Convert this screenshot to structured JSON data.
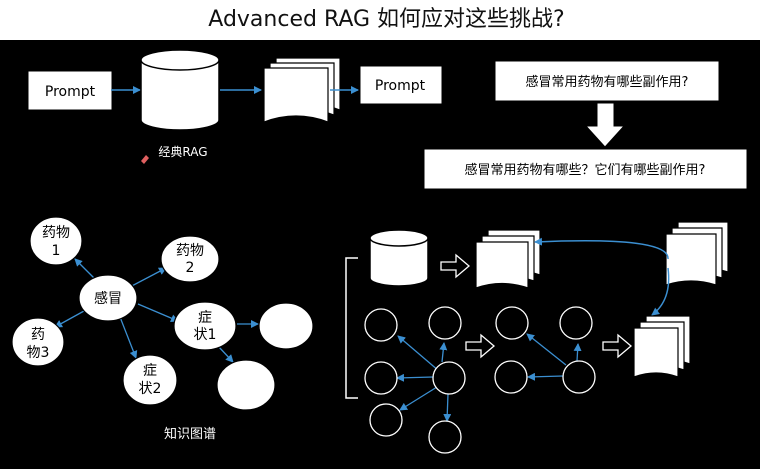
{
  "title": "Advanced RAG 如何应对这些挑战?",
  "classic": {
    "prompt_in": "Prompt",
    "prompt_out": "Prompt",
    "caption": "经典RAG"
  },
  "rewrite": {
    "q1": "感冒常用药物有哪些副作用?",
    "q2": "感冒常用药物有哪些？它们有哪些副作用?"
  },
  "kg": {
    "center": "感冒",
    "drug1": [
      "药物",
      "1"
    ],
    "drug2": [
      "药物",
      "2"
    ],
    "drug3": [
      "药",
      "物3"
    ],
    "sym1": [
      "症",
      "状1"
    ],
    "sym2": [
      "症",
      "状2"
    ],
    "caption": "知识图谱"
  },
  "colors": {
    "background": "#000000",
    "stroke": "#ffffff",
    "arrow": "#3b8fd1"
  }
}
